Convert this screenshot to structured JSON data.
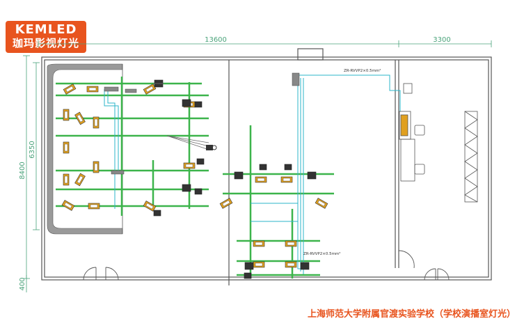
{
  "logo": {
    "brand": "KEMLED",
    "subtitle": "珈玛影视灯光"
  },
  "dimensions": {
    "width_left": "13600",
    "width_right": "3300",
    "height_total": "8400",
    "height_inner": "6350",
    "height_bottom": "400"
  },
  "cable_labels": {
    "upper": "ZR-RVVP2×0.5mm²",
    "lower": "ZR-RVVP2×0.5mm²"
  },
  "caption": "上海师范大学附属官渡实验学校（学校演播室灯光）",
  "colors": {
    "brand_orange": "#e8541e",
    "wall": "#555555",
    "rail_green": "#3cb44b",
    "cable_cyan": "#2bb5c9",
    "light_fixture": "#e0a020",
    "backdrop_gray": "#9a9a9a"
  }
}
